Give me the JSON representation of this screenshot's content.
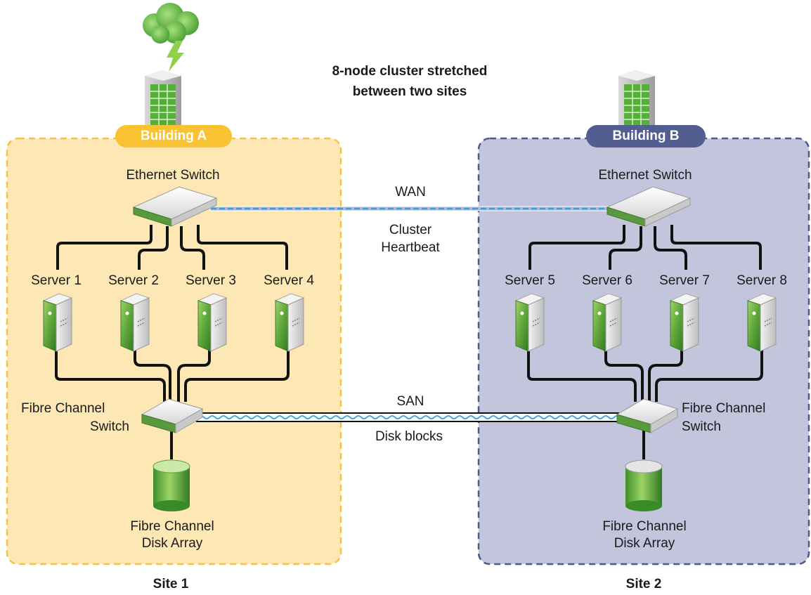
{
  "title": {
    "line1": "8-node cluster stretched",
    "line2": "between two sites"
  },
  "buildings": {
    "a": "Building A",
    "b": "Building B"
  },
  "sites": {
    "site1": "Site 1",
    "site2": "Site 2"
  },
  "switches": {
    "ethernet_a": "Ethernet Switch",
    "ethernet_b": "Ethernet Switch",
    "fc_a_line1": "Fibre Channel",
    "fc_a_line2": "Switch",
    "fc_b_line1": "Fibre Channel",
    "fc_b_line2": "Switch"
  },
  "servers": [
    "Server 1",
    "Server 2",
    "Server 3",
    "Server 4",
    "Server 5",
    "Server 6",
    "Server 7",
    "Server 8"
  ],
  "disk_arrays": {
    "a_line1": "Fibre Channel",
    "a_line2": "Disk Array",
    "b_line1": "Fibre Channel",
    "b_line2": "Disk Array"
  },
  "links": {
    "wan": "WAN",
    "heartbeat_line1": "Cluster",
    "heartbeat_line2": "Heartbeat",
    "san": "SAN",
    "disk_blocks": "Disk blocks"
  },
  "colors": {
    "site1_fill": "#fde8b5",
    "site1_border": "#f5c242",
    "building_a": "#f8c233",
    "site2_fill": "#c3c5dd",
    "site2_border": "#4e5a88",
    "building_b": "#525e8f",
    "cable": "#111111",
    "wan_dash": "#35a0e0",
    "san_wave": "#4aa8d8",
    "server_green": "#5ea63a"
  }
}
